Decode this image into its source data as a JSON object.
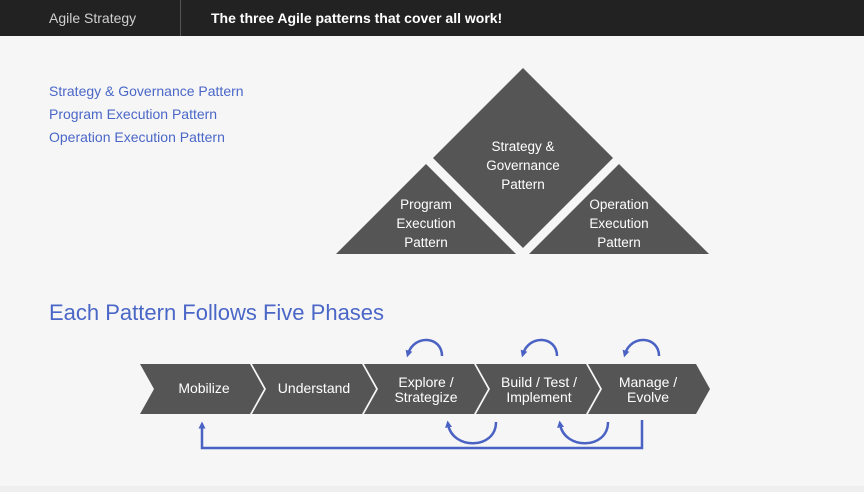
{
  "header": {
    "section": "Agile Strategy",
    "title": "The three Agile patterns that cover all work!"
  },
  "patterns_list": [
    "Strategy & Governance Pattern",
    "Program Execution Pattern",
    "Operation Execution Pattern"
  ],
  "triangle": {
    "top": [
      "Strategy &",
      "Governance",
      "Pattern"
    ],
    "left": [
      "Program",
      "Execution",
      "Pattern"
    ],
    "right": [
      "Operation",
      "Execution",
      "Pattern"
    ]
  },
  "phases_title": "Each Pattern Follows Five Phases",
  "phases": [
    [
      "Mobilize"
    ],
    [
      "Understand"
    ],
    [
      "Explore /",
      "Strategize"
    ],
    [
      "Build / Test /",
      "Implement"
    ],
    [
      "Manage /",
      "Evolve"
    ]
  ],
  "colors": {
    "header_bg": "#222222",
    "accent": "#4a67c8",
    "shape": "#555555",
    "arrow": "#4a62c4"
  }
}
